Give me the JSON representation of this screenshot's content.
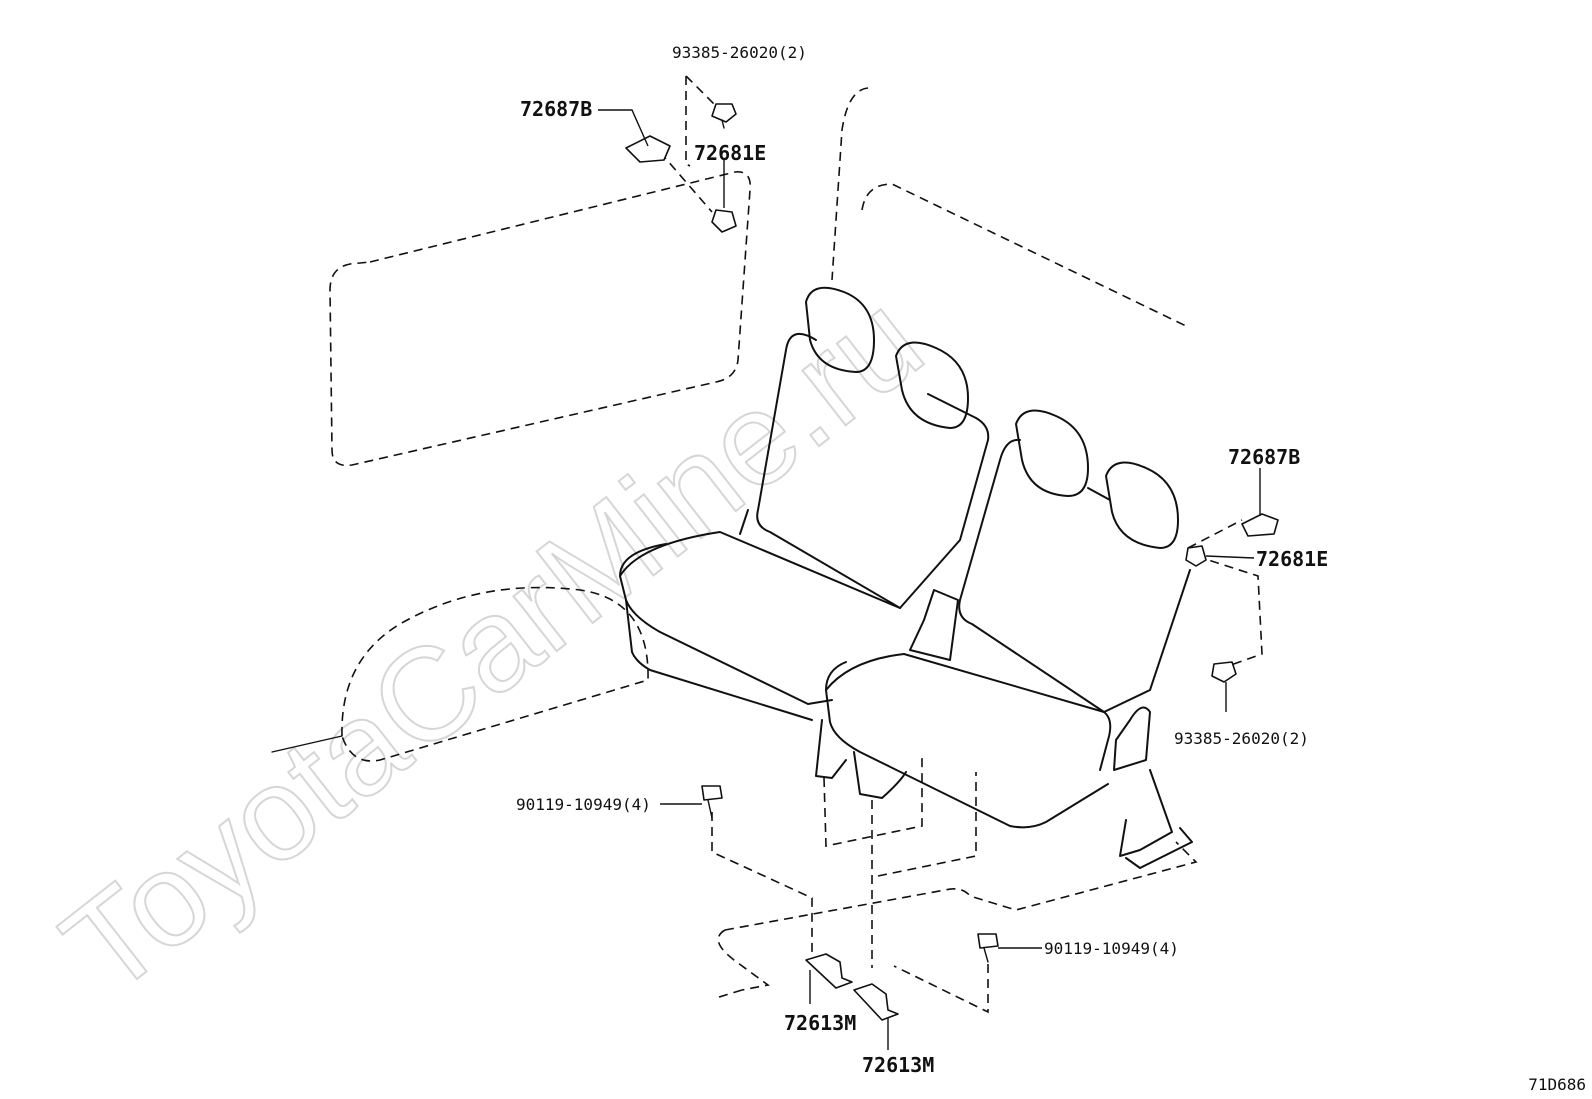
{
  "watermark": "ToyotaCarMine.ru",
  "diagram_code": "71D686",
  "labels": {
    "bolt_top": "93385-26020(2)",
    "bracket_top": "72687B",
    "clip_top": "72681E",
    "bracket_right": "72687B",
    "clip_right": "72681E",
    "bolt_right": "93385-26020(2)",
    "bolt_left_floor": "90119-10949(4)",
    "bolt_right_floor": "90119-10949(4)",
    "floor_bracket_a": "72613M",
    "floor_bracket_b": "72613M"
  }
}
